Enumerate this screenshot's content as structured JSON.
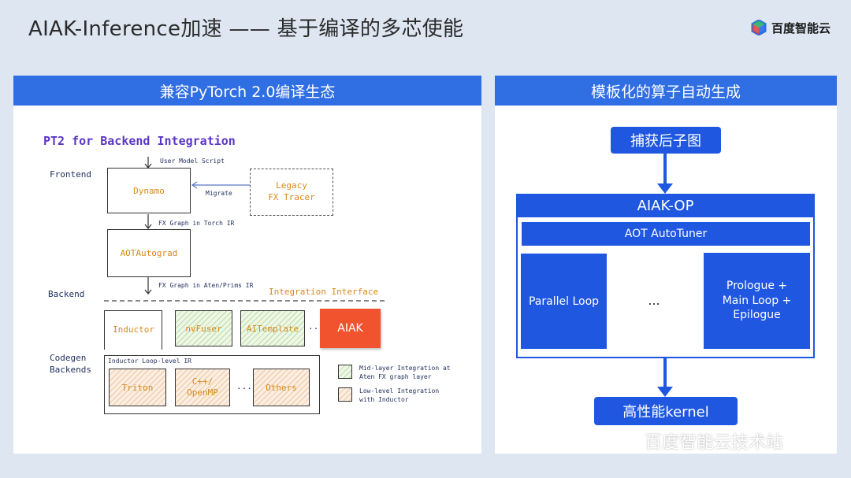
{
  "header": {
    "title": "AIAK-Inference加速 —— 基于编译的多芯使能",
    "brand_name": "百度智能云"
  },
  "left_panel": {
    "header": "兼容PyTorch 2.0编译生态",
    "diagram_title": "PT2 for Backend Integration",
    "frontend_label": "Frontend",
    "backend_label": "Backend",
    "codegen_label": "Codegen\nBackends",
    "user_model_script": "User Model Script",
    "dynamo": "Dynamo",
    "migrate": "Migrate",
    "legacy_tracer": "Legacy\nFX Tracer",
    "fx_graph_torch": "FX Graph in Torch IR",
    "aotautograd": "AOTAutograd",
    "fx_graph_aten": "FX Graph in Aten/Prims IR",
    "integration_interface": "Integration Interface",
    "inductor": "Inductor",
    "nvfuser": "nvFuser",
    "aitemplate": "AITemplate",
    "ellipsis": "...",
    "aiak": "AIAK",
    "inductor_ir": "Inductor Loop-level IR",
    "triton": "Triton",
    "cpp_openmp": "C++/\nOpenMP",
    "others": "Others",
    "legend_mid": "Mid-layer Integration at\nAten FX graph layer",
    "legend_low": "Low-level Integration\nwith Inductor",
    "colors": {
      "aiak": "#f0532d",
      "title_purple": "#5b36c7",
      "orange_text": "#d58a1a"
    }
  },
  "right_panel": {
    "header": "模板化的算子自动生成",
    "capture": "捕获后子图",
    "aiak_op": "AIAK-OP",
    "autotuner": "AOT AutoTuner",
    "parallel_loop": "Parallel Loop",
    "ellipsis": "...",
    "prologue": "Prologue +\nMain Loop +\nEpilogue",
    "output": "高性能kernel",
    "colors": {
      "primary": "#1f57e0"
    }
  },
  "watermark": "百度智能云技术站"
}
